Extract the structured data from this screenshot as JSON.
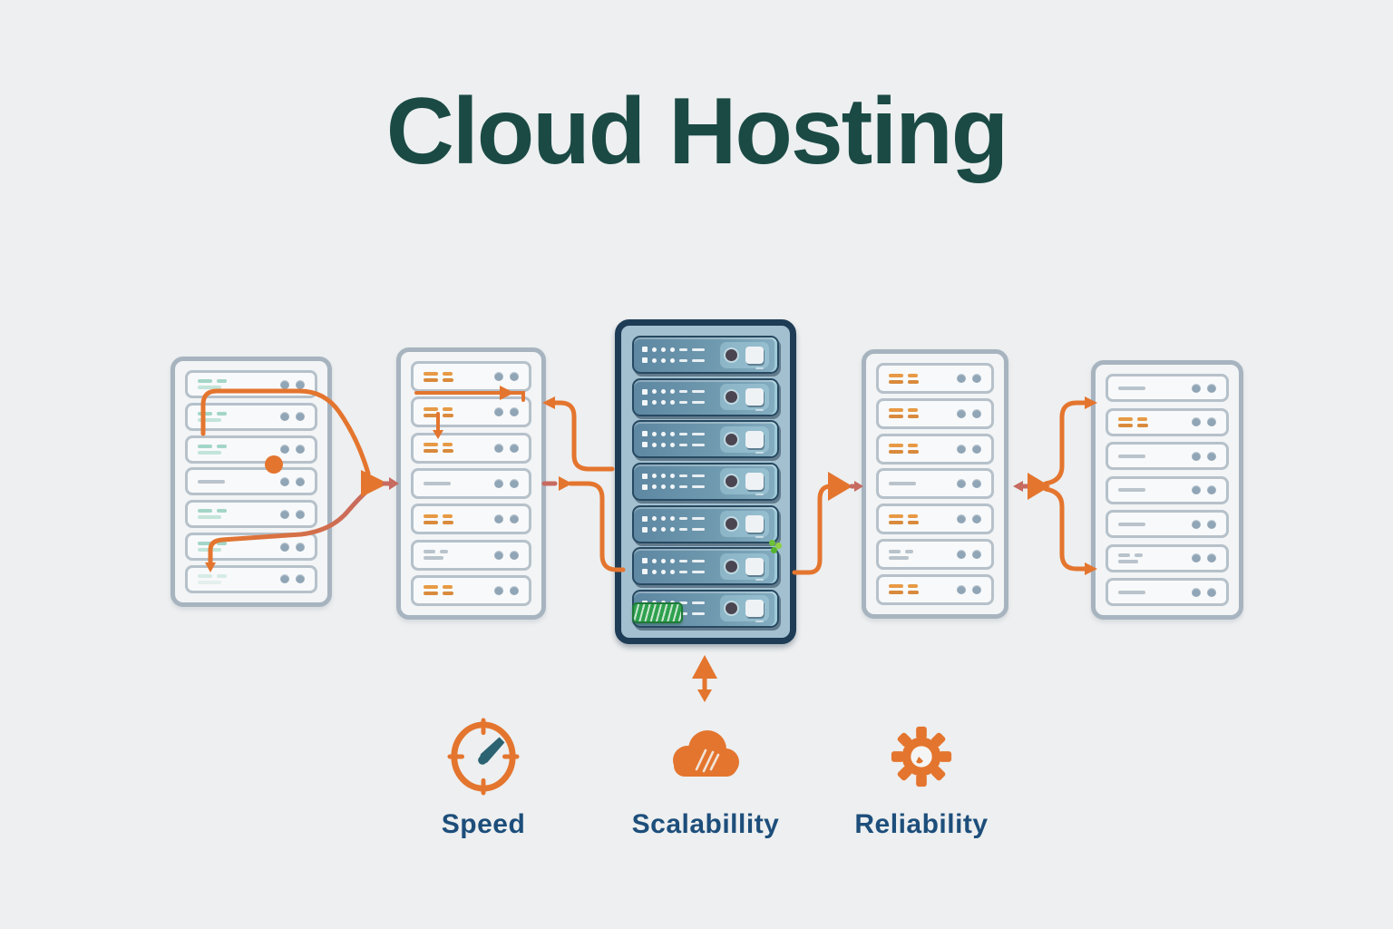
{
  "title": "Cloud Hosting",
  "features": [
    {
      "id": "speed",
      "icon": "gauge-icon",
      "label": "Speed",
      "icon_color": "#e4752e",
      "needle_color": "#2b6372"
    },
    {
      "id": "scalability",
      "icon": "cloud-icon",
      "label": "Scalabillity",
      "icon_color": "#e4752e"
    },
    {
      "id": "reliability",
      "icon": "gear-icon",
      "label": "Reliability",
      "icon_color": "#e4752e"
    }
  ],
  "racks": [
    {
      "name": "server-rack-1",
      "style": "light",
      "rows": [
        {
          "marks": "teal"
        },
        {
          "marks": "teal"
        },
        {
          "marks": "teal"
        },
        {
          "marks": "gray-single"
        },
        {
          "marks": "teal"
        },
        {
          "marks": "teal"
        },
        {
          "marks": "teal-faint"
        }
      ]
    },
    {
      "name": "server-rack-2",
      "style": "light",
      "rows": [
        {
          "marks": "orange"
        },
        {
          "marks": "orange"
        },
        {
          "marks": "orange"
        },
        {
          "marks": "gray-single"
        },
        {
          "marks": "orange"
        },
        {
          "marks": "gray"
        },
        {
          "marks": "orange"
        }
      ]
    },
    {
      "name": "server-rack-center",
      "style": "center",
      "badge": true,
      "rows": [
        {},
        {},
        {},
        {},
        {
          "green_cluster": true
        },
        {},
        {}
      ]
    },
    {
      "name": "server-rack-4",
      "style": "light",
      "rows": [
        {
          "marks": "orange"
        },
        {
          "marks": "orange"
        },
        {
          "marks": "orange"
        },
        {
          "marks": "gray-single"
        },
        {
          "marks": "orange"
        },
        {
          "marks": "gray"
        },
        {
          "marks": "orange"
        }
      ]
    },
    {
      "name": "server-rack-5",
      "style": "light",
      "rows": [
        {
          "marks": "gray-single"
        },
        {
          "marks": "orange"
        },
        {
          "marks": "gray-single"
        },
        {
          "marks": "gray-single"
        },
        {
          "marks": "gray-single"
        },
        {
          "marks": "gray"
        },
        {
          "marks": "gray-single"
        }
      ]
    }
  ],
  "connections": [
    {
      "from": "server-rack-1",
      "to": "server-rack-2",
      "style": "two-paths-merge-right-arrow"
    },
    {
      "from": "server-rack-center",
      "to": "server-rack-2",
      "style": "left-arrow"
    },
    {
      "from": "server-rack-2",
      "to": "server-rack-center",
      "style": "right-arrow"
    },
    {
      "from": "server-rack-center",
      "to": "server-rack-4",
      "style": "right-arrow"
    },
    {
      "from": "server-rack-4",
      "to": "server-rack-5",
      "style": "bidirectional-split-arrows"
    },
    {
      "from": "below",
      "to": "server-rack-center",
      "style": "vertical-double-arrow"
    }
  ],
  "colors": {
    "background": "#edeff0",
    "title": "#1b4a45",
    "accent_orange": "#e4752e",
    "muted_red": "#c76a60",
    "label_blue": "#1d4e7b",
    "rack_border": "#a7b4c0",
    "teal_mark": "#a3d6c8",
    "orange_mark": "#e79a45",
    "gray_mark": "#b9c3cb",
    "center_border": "#1e3c55",
    "center_fill": "#a3c0d0",
    "green_badge": "#2fa14e"
  }
}
